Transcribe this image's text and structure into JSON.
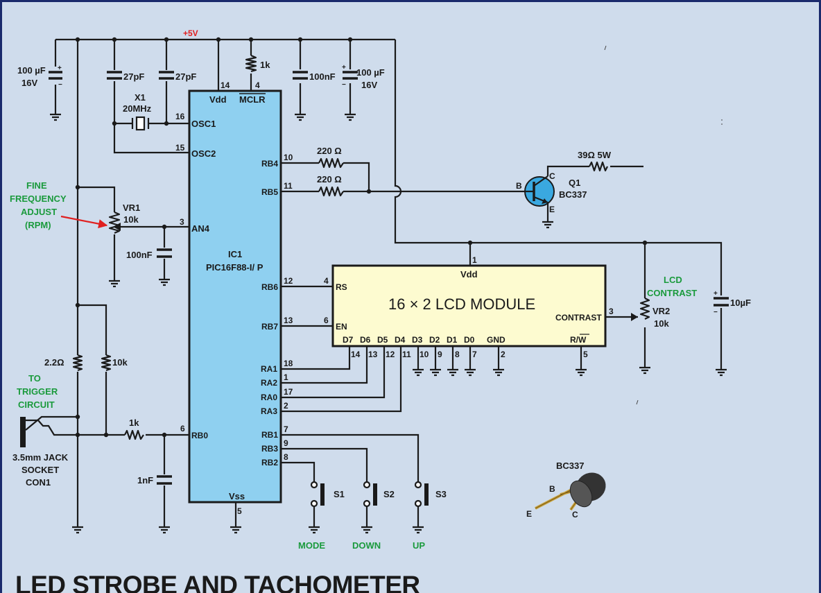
{
  "title": "LED STROBE AND TACHOMETER",
  "supply": "+5V",
  "colors": {
    "background": "#cfdcec",
    "ic_fill": "#8fd0f0",
    "lcd_fill": "#fdfbd0",
    "transistor_fill": "#3aa8e0",
    "wire": "#1a1a1a",
    "label_green": "#1a9a3c",
    "label_red": "#e02020",
    "border": "#1a2a6c"
  },
  "ic1": {
    "ref": "IC1",
    "part": "PIC16F88-I/ P",
    "pins": {
      "vdd": {
        "name": "Vdd",
        "num": "14"
      },
      "mclr": {
        "name": "MCLR",
        "num": "4"
      },
      "osc1": {
        "name": "OSC1",
        "num": "16"
      },
      "osc2": {
        "name": "OSC2",
        "num": "15"
      },
      "an4": {
        "name": "AN4",
        "num": "3"
      },
      "rb0": {
        "name": "RB0",
        "num": "6"
      },
      "vss": {
        "name": "Vss",
        "num": "5"
      },
      "rb4": {
        "name": "RB4",
        "num": "10"
      },
      "rb5": {
        "name": "RB5",
        "num": "11"
      },
      "rb6": {
        "name": "RB6",
        "num": "12"
      },
      "rb7": {
        "name": "RB7",
        "num": "13"
      },
      "ra1": {
        "name": "RA1",
        "num": "18"
      },
      "ra2": {
        "name": "RA2",
        "num": "1"
      },
      "ra0": {
        "name": "RA0",
        "num": "17"
      },
      "ra3": {
        "name": "RA3",
        "num": "2"
      },
      "rb1": {
        "name": "RB1",
        "num": "7"
      },
      "rb3": {
        "name": "RB3",
        "num": "9"
      },
      "rb2": {
        "name": "RB2",
        "num": "8"
      }
    }
  },
  "lcd": {
    "title": "16 × 2 LCD MODULE",
    "vdd": {
      "name": "Vdd",
      "num": "1"
    },
    "rs": {
      "name": "RS",
      "num": "4"
    },
    "en": {
      "name": "EN",
      "num": "6"
    },
    "contrast": {
      "name": "CONTRAST",
      "num": "3"
    },
    "pins": [
      {
        "name": "D7",
        "num": "14"
      },
      {
        "name": "D6",
        "num": "13"
      },
      {
        "name": "D5",
        "num": "12"
      },
      {
        "name": "D4",
        "num": "11"
      },
      {
        "name": "D3",
        "num": "10"
      },
      {
        "name": "D2",
        "num": "9"
      },
      {
        "name": "D1",
        "num": "8"
      },
      {
        "name": "D0",
        "num": "7"
      },
      {
        "name": "GND",
        "num": "2"
      },
      {
        "name": "R/W",
        "num": "5"
      }
    ]
  },
  "components": {
    "c_100u_left": {
      "value": "100 µF",
      "voltage": "16V"
    },
    "c_27p_1": "27pF",
    "c_27p_2": "27pF",
    "x1": {
      "ref": "X1",
      "value": "20MHz"
    },
    "r_1k_mclr": "1k",
    "c_100n_top": "100nF",
    "c_100u_right": {
      "value": "100 µF",
      "voltage": "16V"
    },
    "r_220_1": "220 Ω",
    "r_220_2": "220 Ω",
    "r_39": "39Ω 5W",
    "q1": {
      "ref": "Q1",
      "part": "BC337",
      "b": "B",
      "c": "C",
      "e": "E"
    },
    "vr1": {
      "ref": "VR1",
      "value": "10k"
    },
    "c_100n_an4": "100nF",
    "r_2r2": "2.2Ω",
    "r_10k": "10k",
    "r_1k_rb0": "1k",
    "c_1n": "1nF",
    "vr2": {
      "ref": "VR2",
      "value": "10k"
    },
    "c_10u": "10µF",
    "jack": {
      "line1": "3.5mm JACK",
      "line2": "SOCKET",
      "line3": "CON1"
    },
    "s1": "S1",
    "s2": "S2",
    "s3": "S3"
  },
  "labels": {
    "fine_frequency": [
      "FINE",
      "FREQUENCY",
      "ADJUST",
      "(RPM)"
    ],
    "trigger": [
      "TO",
      "TRIGGER",
      "CIRCUIT"
    ],
    "lcd_contrast": [
      "LCD",
      "CONTRAST"
    ],
    "mode": "MODE",
    "down": "DOWN",
    "up": "UP"
  },
  "pinout": {
    "part": "BC337",
    "b": "B",
    "e": "E",
    "c": "C"
  }
}
